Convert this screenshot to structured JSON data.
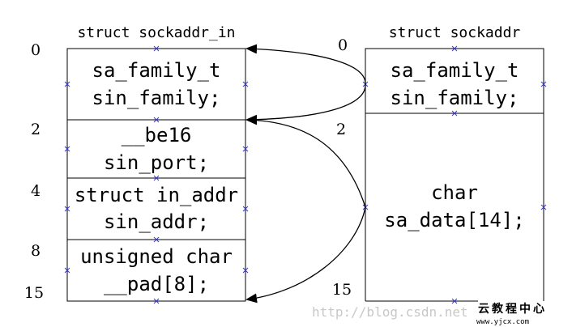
{
  "left_struct": {
    "title": "struct sockaddr_in",
    "fields": [
      {
        "line1": "sa_family_t",
        "line2": "sin_family;"
      },
      {
        "line1": "__be16",
        "line2": "sin_port;"
      },
      {
        "line1": "struct in_addr",
        "line2": "sin_addr;"
      },
      {
        "line1": "unsigned char",
        "line2": "__pad[8];"
      }
    ],
    "offsets": [
      "0",
      "2",
      "4",
      "8",
      "15"
    ]
  },
  "right_struct": {
    "title": "struct sockaddr",
    "fields": [
      {
        "line1": "sa_family_t",
        "line2": "sin_family;"
      },
      {
        "line1": "char",
        "line2": "sa_data[14];"
      }
    ],
    "offsets": [
      "0",
      "2",
      "15"
    ]
  },
  "watermark": {
    "url": "http://blog.csdn.net",
    "brand": "云教程中心",
    "brand_sub": "www.yjcx.com"
  }
}
